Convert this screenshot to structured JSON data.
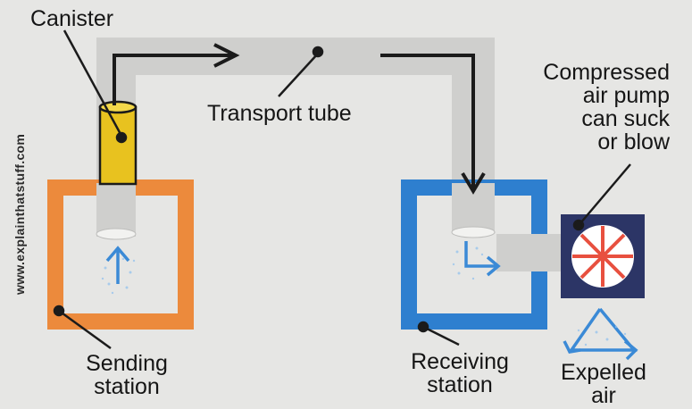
{
  "labels": {
    "canister": "Canister",
    "transport_tube": "Transport tube",
    "pump_line1": "Compressed",
    "pump_line2": "air pump",
    "pump_line3": "can suck",
    "pump_line4": "or blow",
    "sending_line1": "Sending",
    "sending_line2": "station",
    "receiving_line1": "Receiving",
    "receiving_line2": "station",
    "expelled_line1": "Expelled",
    "expelled_line2": "air"
  },
  "watermark": "www.explainthatstuff.com",
  "colors": {
    "background": "#e6e6e4",
    "tube": "#cfcfcd",
    "sending_station": "#ec8a3c",
    "receiving_station": "#2e7fcf",
    "canister": "#e8c21f",
    "pump_box": "#2c3566",
    "pump_fan": "#e8503f",
    "air_arrows": "#3b8ad6"
  }
}
